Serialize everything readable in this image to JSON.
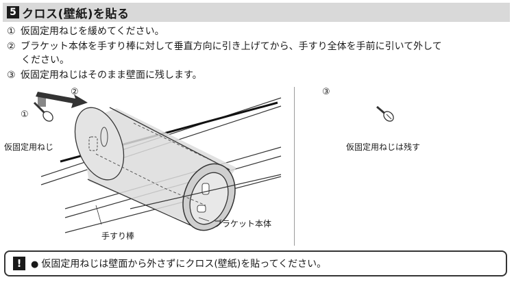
{
  "header": {
    "number": "5",
    "title": "クロス(壁紙)を貼る"
  },
  "instructions": [
    {
      "num": "①",
      "text": "仮固定用ねじを緩めてください。"
    },
    {
      "num": "②",
      "text": "ブラケット本体を手すり棒に対して垂直方向に引き上げてから、手すり全体を手前に引いて外して",
      "cont": "ください。"
    },
    {
      "num": "③",
      "text": "仮固定用ねじはそのまま壁面に残します。"
    }
  ],
  "figure_left": {
    "step1": "①",
    "step2": "②",
    "screw_label": "仮固定用ねじ",
    "rod_label": "手すり棒",
    "bracket_label": "ブラケット本体"
  },
  "figure_right": {
    "step3": "③",
    "screw_label": "仮固定用ねじは残す"
  },
  "note": {
    "icon": "!",
    "bullet": "●",
    "text": "仮固定用ねじは壁面から外さずにクロス(壁紙)を貼ってください。"
  }
}
